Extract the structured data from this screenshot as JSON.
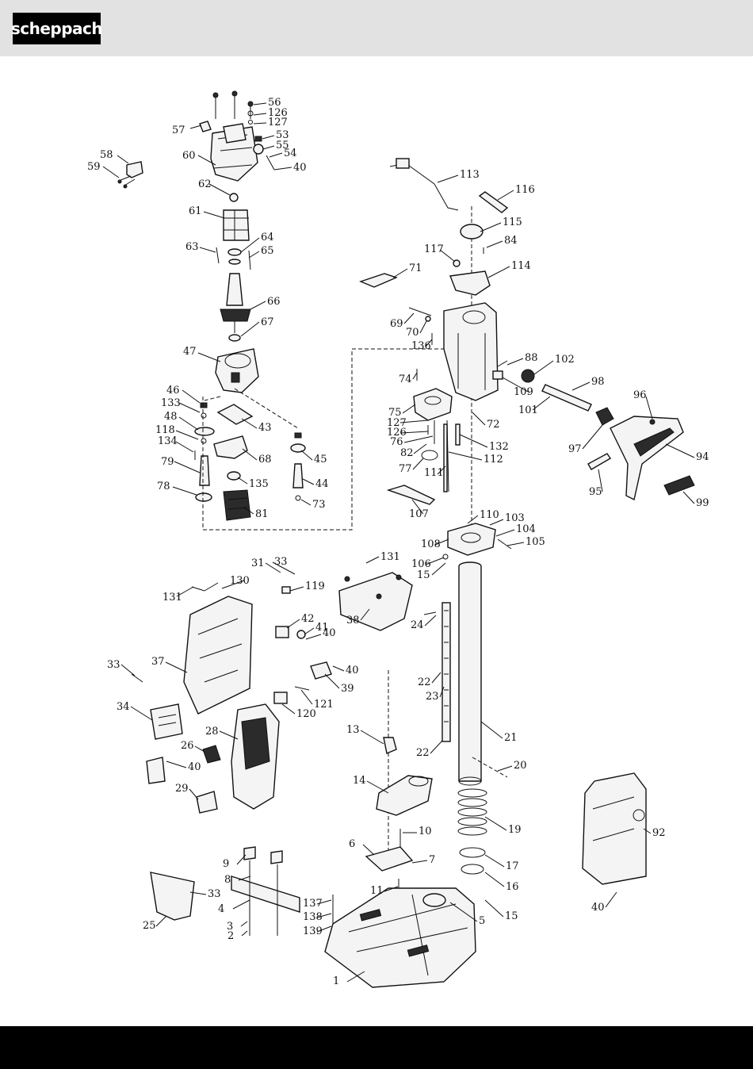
{
  "brand": {
    "logo_text": "scheppach"
  },
  "labels": [
    "56",
    "126",
    "127",
    "57",
    "53",
    "55",
    "54",
    "60",
    "40",
    "58",
    "59",
    "62",
    "61",
    "63",
    "64",
    "65",
    "66",
    "67",
    "47",
    "46",
    "133",
    "48",
    "118",
    "134",
    "79",
    "78",
    "43",
    "68",
    "135",
    "81",
    "45",
    "44",
    "73",
    "113",
    "116",
    "115",
    "84",
    "117",
    "114",
    "71",
    "69",
    "70",
    "136",
    "74",
    "88",
    "102",
    "109",
    "98",
    "101",
    "96",
    "75",
    "127",
    "126",
    "76",
    "82",
    "77",
    "72",
    "132",
    "112",
    "111",
    "97",
    "94",
    "95",
    "99",
    "107",
    "110",
    "103",
    "104",
    "105",
    "108",
    "106",
    "15",
    "131",
    "31",
    "33",
    "119",
    "130",
    "131",
    "42",
    "41",
    "40",
    "38",
    "24",
    "33",
    "37",
    "40",
    "39",
    "121",
    "120",
    "22",
    "23",
    "34",
    "28",
    "26",
    "40",
    "13",
    "22",
    "21",
    "20",
    "29",
    "14",
    "10",
    "6",
    "7",
    "9",
    "8",
    "11",
    "19",
    "17",
    "16",
    "92",
    "25",
    "33",
    "4",
    "137",
    "138",
    "139",
    "3",
    "2",
    "5",
    "15",
    "40",
    "1"
  ]
}
